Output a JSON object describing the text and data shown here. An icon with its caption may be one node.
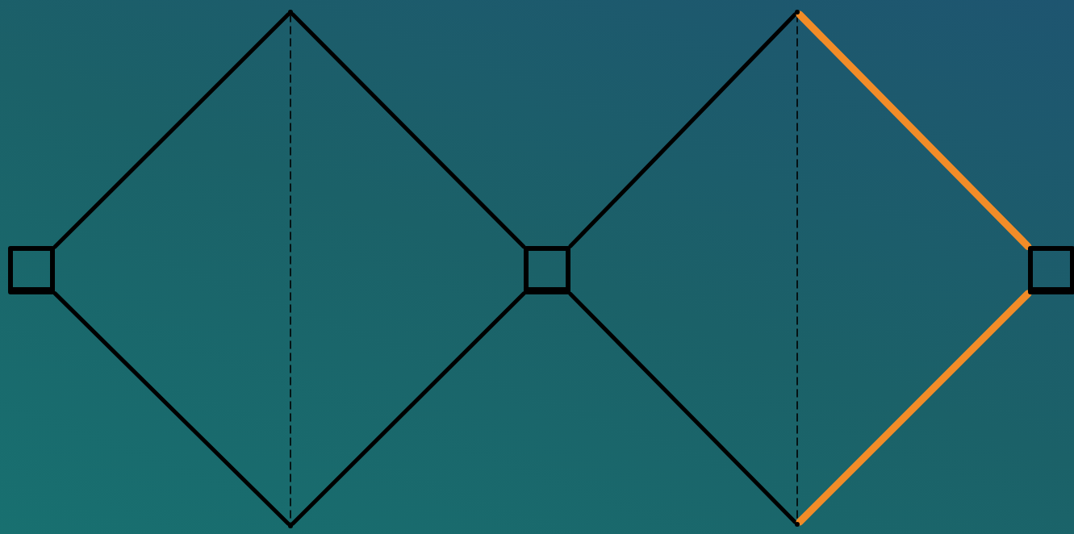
{
  "diagram": {
    "nodes": [
      {
        "text": [],
        "shape": "box"
      },
      {
        "text": [],
        "shape": "point"
      },
      {
        "text": [],
        "shape": "point"
      },
      {
        "text": [],
        "shape": "box"
      },
      {
        "text": [],
        "shape": "point"
      },
      {
        "text": [],
        "shape": "point"
      },
      {
        "text": [],
        "shape": "box"
      }
    ],
    "edges": [
      {
        "from": 0,
        "to": 1,
        "arrow": "none"
      },
      {
        "from": 0,
        "to": 2,
        "arrow": "none"
      },
      {
        "from": 1,
        "to": 3,
        "arrow": "none"
      },
      {
        "from": 2,
        "to": 3,
        "arrow": "none"
      },
      {
        "from": 1,
        "to": 2,
        "arrow": "none",
        "style": "dashed"
      },
      {
        "from": 3,
        "to": 4,
        "arrow": "none"
      },
      {
        "from": 3,
        "to": 5,
        "arrow": "none"
      },
      {
        "from": 4,
        "to": 5,
        "arrow": "none",
        "style": "dashed"
      },
      {
        "from": 4,
        "to": 6,
        "arrow": "none",
        "style": "thick",
        "color": "#f28c28"
      },
      {
        "from": 5,
        "to": 6,
        "arrow": "none",
        "style": "thick",
        "color": "#f28c28"
      }
    ]
  }
}
